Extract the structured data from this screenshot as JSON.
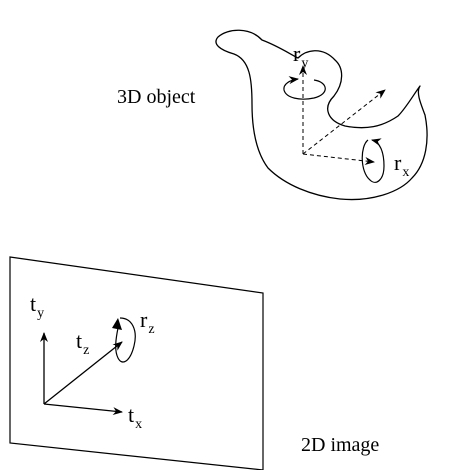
{
  "object_label": "3D object",
  "image_label": "2D image",
  "rotation_y": {
    "base": "r",
    "sub": "y"
  },
  "rotation_x": {
    "base": "r",
    "sub": "x"
  },
  "translation_y": {
    "base": "t",
    "sub": "y"
  },
  "translation_z": {
    "base": "t",
    "sub": "z"
  },
  "rotation_z": {
    "base": "r",
    "sub": "z"
  },
  "translation_x": {
    "base": "t",
    "sub": "x"
  },
  "colors": {
    "stroke": "#000000",
    "background": "#ffffff"
  }
}
